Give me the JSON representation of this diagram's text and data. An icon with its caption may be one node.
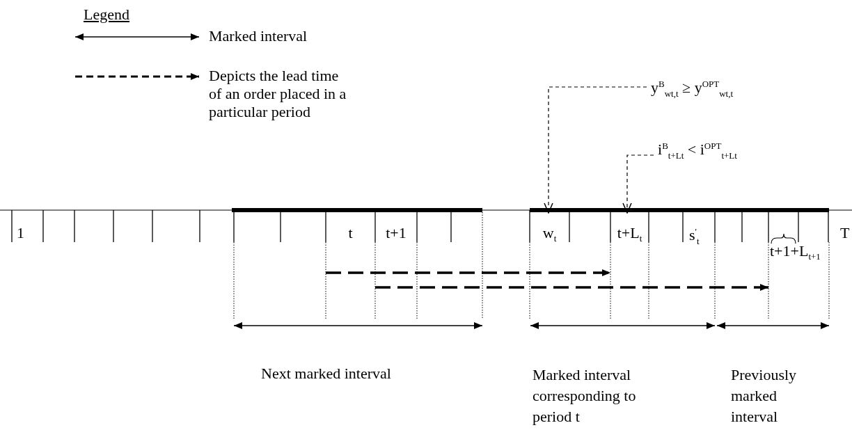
{
  "diagram": {
    "nodes": [
      {
        "text": [
          "y$^{B}$$_{w}$$_{t}$$_{,t}$ ≥ y$^{OPT}$$_{w}$$_{t}$$_{,t}$"
        ]
      },
      {
        "text": [
          "i$^{B}$$_{t+L}$$_{t}$ < i$^{OPT}$$_{t+L}$$_{t}$"
        ]
      },
      {
        "text": [
          "t"
        ]
      },
      {
        "text": [
          "t+1"
        ]
      },
      {
        "text": [
          "w$_{t}$"
        ]
      },
      {
        "text": [
          "t+L$_{t}$"
        ]
      },
      {
        "text": [
          "t+1+L$_{t+1}$"
        ]
      }
    ],
    "edges": [
      {
        "from": 0,
        "to": 4,
        "arrow": "to",
        "style": "dashed"
      },
      {
        "from": 1,
        "to": 5,
        "arrow": "to",
        "style": "dashed"
      },
      {
        "from": 2,
        "to": 5,
        "arrow": "to",
        "style": "dashed"
      },
      {
        "from": 3,
        "to": 6,
        "arrow": "to",
        "style": "dashed"
      }
    ],
    "labels": [
      "Legend",
      "1",
      "s$^{'}$$_{t}$",
      "T",
      "Next marked interval",
      "Marked interval corresponding to period t",
      "Previously marked interval"
    ],
    "legend": [
      {
        "text": "Marked interval"
      },
      {
        "text": "Depicts the lead time of an order placed in a particular period"
      }
    ]
  }
}
